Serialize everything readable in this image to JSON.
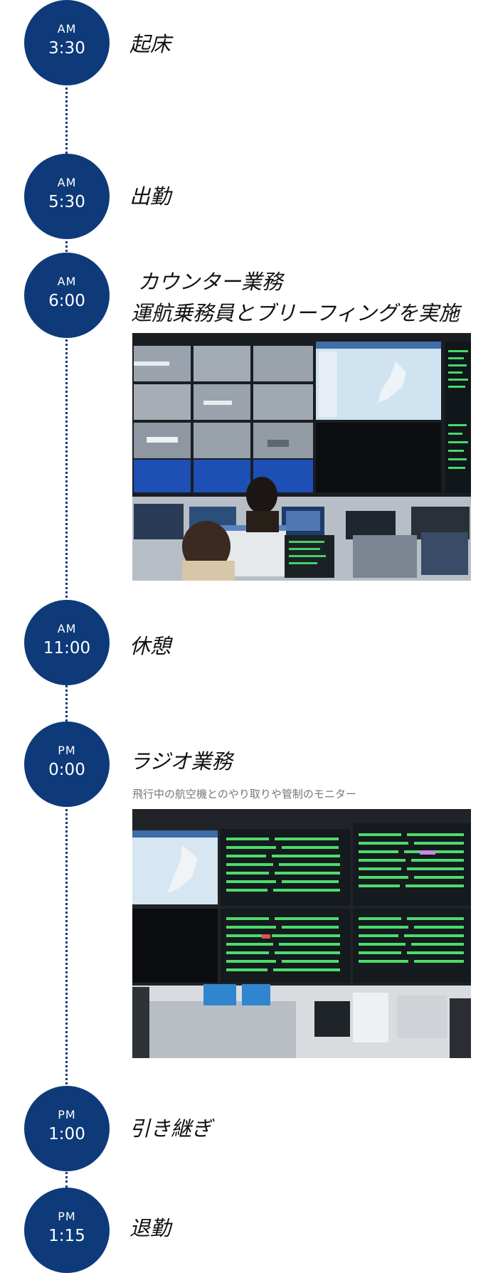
{
  "timeline": [
    {
      "period": "AM",
      "time": "3:30",
      "title": "起床"
    },
    {
      "period": "AM",
      "time": "5:30",
      "title": "出勤"
    },
    {
      "period": "AM",
      "time": "6:00",
      "title_line1": "カウンター業務",
      "title_line2": "運航乗務員とブリーフィングを実施"
    },
    {
      "period": "AM",
      "time": "11:00",
      "title": "休憩"
    },
    {
      "period": "PM",
      "time": "0:00",
      "title": "ラジオ業務",
      "description": "飛行中の航空機とのやり取りや管制のモニター"
    },
    {
      "period": "PM",
      "time": "1:00",
      "title": "引き継ぎ"
    },
    {
      "period": "PM",
      "time": "1:15",
      "title": "退勤"
    }
  ],
  "colors": {
    "circle": "#0e3a7a",
    "dotted_line": "#0e3a7a",
    "title_text": "#111111",
    "description_text": "#777777"
  }
}
